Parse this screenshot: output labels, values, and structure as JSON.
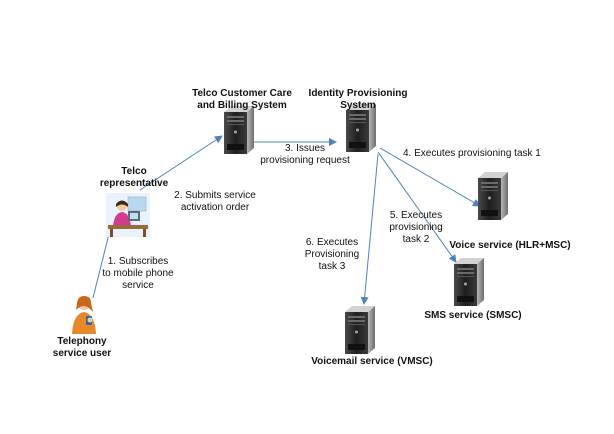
{
  "nodes": {
    "billing": {
      "title": "Telco Customer Care\nand Billing System"
    },
    "idp": {
      "title": "Identity Provisioning\nSystem"
    },
    "rep": {
      "title": "Telco\nrepresentative"
    },
    "user": {
      "title": "Telephony\nservice user"
    },
    "voice": {
      "title": "Voice service (HLR+MSC)"
    },
    "sms": {
      "title": "SMS service (SMSC)"
    },
    "voicemail": {
      "title": "Voicemail service (VMSC)"
    }
  },
  "edges": {
    "subscribe": "1. Subscribes\nto mobile phone\nservice",
    "submit": "2. Submits service\nactivation order",
    "issue": "3. Issues\nprovisioning request",
    "task1": "4. Executes provisioning task 1",
    "task2": "5. Executes\nprovisioning\ntask 2",
    "task3": "6. Executes\nProvisioning\ntask 3"
  },
  "colors": {
    "arrow": "#4f81bd",
    "server_front": "#2e2e2e",
    "server_side": "#8c8c8c",
    "server_top": "#cfcfcf"
  }
}
